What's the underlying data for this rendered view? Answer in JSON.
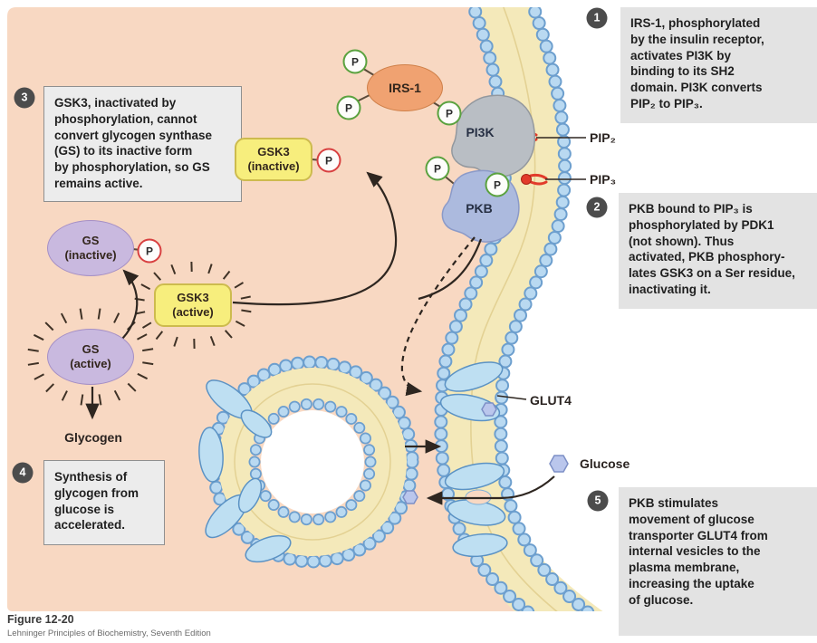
{
  "figure": {
    "caption_title": "Figure 12-20",
    "caption_source": "Lehninger Principles of Biochemistry, Seventh Edition"
  },
  "steps": [
    {
      "num": "1",
      "text": "IRS-1, phosphorylated\nby the insulin receptor,\nactivates PI3K by\nbinding to its SH2\ndomain. PI3K converts\nPIP₂ to PIP₃."
    },
    {
      "num": "2",
      "text": "PKB bound to PIP₃ is\nphosphorylated by PDK1\n(not shown). Thus\nactivated, PKB phosphory-\nlates GSK3 on a Ser residue,\ninactivating it."
    },
    {
      "num": "3",
      "text": "GSK3, inactivated by\nphosphorylation, cannot\nconvert glycogen synthase\n(GS) to its inactive form\nby phosphorylation, so GS\nremains active."
    },
    {
      "num": "4",
      "text": "Synthesis of\nglycogen from\nglucose is\naccelerated."
    },
    {
      "num": "5",
      "text": "PKB stimulates\nmovement of glucose\ntransporter GLUT4 from\ninternal vesicles to the\nplasma membrane,\nincreasing the uptake\nof glucose."
    }
  ],
  "molecules": {
    "irs1": "IRS-1",
    "pi3k": "PI3K",
    "pkb": "PKB",
    "gsk3_inactive": "GSK3\n(inactive)",
    "gsk3_active": "GSK3\n(active)",
    "gs_inactive": "GS\n(inactive)",
    "gs_active": "GS\n(active)",
    "glycogen": "Glycogen",
    "glut4": "GLUT4",
    "glucose": "Glucose",
    "pip2": "PIP₂",
    "pip3": "PIP₃",
    "phosphate": "P"
  },
  "colors": {
    "cell_interior": "#f8d8c2",
    "membrane_lipid": "#f4e9ba",
    "membrane_bead": "#b9d9f1",
    "irs1": "#f0a271",
    "pi3k": "#b9bec4",
    "pkb": "#acbade",
    "gsk3": "#f7ee7d",
    "gs": "#c9b9df",
    "phosphate_green_ring": "#5ba23f",
    "phosphate_red_ring": "#d84040",
    "pip_lipid": "#e23b2b",
    "glucose_hexagon": "#bac6ec",
    "step_box": "#e3e3e3",
    "step_badge": "#4c4c4c"
  }
}
